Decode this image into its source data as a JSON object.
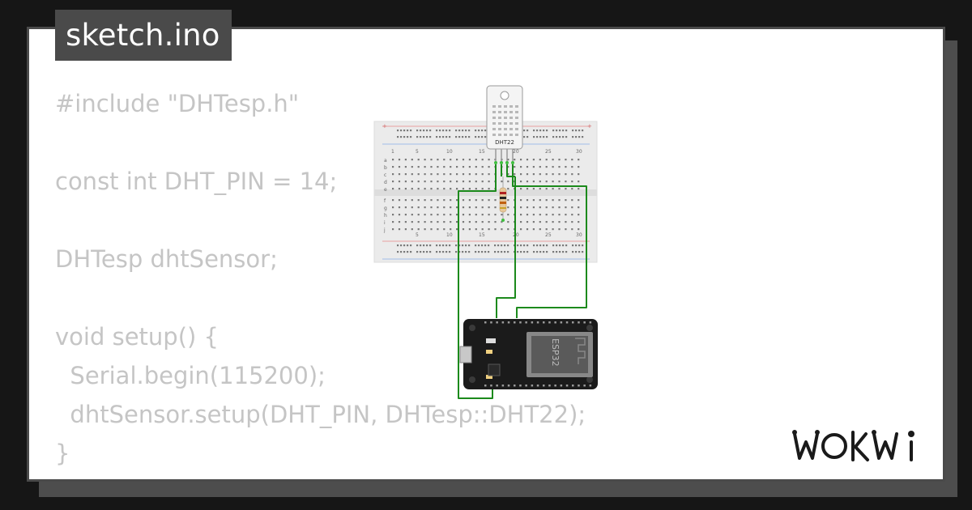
{
  "file_tab": {
    "label": "sketch.ino"
  },
  "code_lines": [
    "#include \"DHTesp.h\"",
    "",
    "const int DHT_PIN = 14;",
    "",
    "DHTesp dhtSensor;",
    "",
    "void setup() {",
    "  Serial.begin(115200);",
    "  dhtSensor.setup(DHT_PIN, DHTesp::DHT22);",
    "}"
  ],
  "diagram": {
    "sensor_label": "DHT22",
    "board_label": "ESP32",
    "column_numbers": [
      "1",
      "5",
      "10",
      "15",
      "20",
      "25",
      "30"
    ],
    "row_letters_top": [
      "a",
      "b",
      "c",
      "d",
      "e"
    ],
    "row_letters_bottom": [
      "f",
      "g",
      "h",
      "i",
      "j"
    ],
    "colors": {
      "wire": "#1c8a1c",
      "breadboard": "#ebebeb",
      "board": "#1b1b1b"
    }
  },
  "brand": {
    "logo_text": "WOKWi"
  }
}
